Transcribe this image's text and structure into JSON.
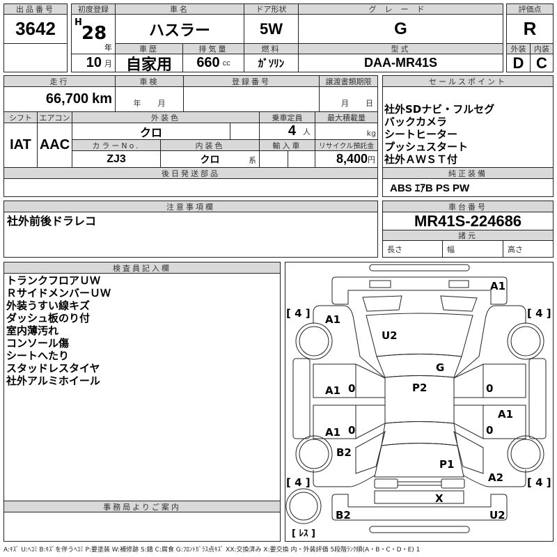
{
  "header": {
    "lot_no_label": "出品番号",
    "lot_no": "3642",
    "first_reg_label": "初度登録",
    "era": "H",
    "year": "28",
    "year_unit": "年",
    "month": "10",
    "month_unit": "月",
    "car_name_label": "車名",
    "car_name": "ハスラー",
    "door_label": "ドア形状",
    "door": "5W",
    "grade_label": "グレード",
    "grade": "G",
    "history_label": "車歴",
    "history": "自家用",
    "displacement_label": "排気量",
    "displacement": "660",
    "displacement_unit": "cc",
    "fuel_label": "燃料",
    "fuel": "ｶﾞｿﾘﾝ",
    "model_label": "型式",
    "model": "DAA-MR41S",
    "score_label": "評価点",
    "score": "R",
    "exterior_label": "外装",
    "exterior": "D",
    "interior_label": "内装",
    "interior": "C"
  },
  "details": {
    "mileage_label": "走行",
    "mileage": "66,700",
    "mileage_unit": "km",
    "inspection_label": "車検",
    "inspection_year_unit": "年",
    "inspection_month_unit": "月",
    "reg_no_label": "登録番号",
    "transfer_label": "譲渡書類期限",
    "transfer_month_unit": "月",
    "transfer_day_unit": "日",
    "shift_label": "シフト",
    "shift": "IAT",
    "ac_label": "エアコン",
    "ac": "AAC",
    "ext_color_label": "外装色",
    "ext_color": "クロ",
    "capacity_label": "乗車定員",
    "capacity": "4",
    "capacity_unit": "人",
    "max_load_label": "最大積載量",
    "max_load_unit": "kg",
    "color_no_label": "カラーNo.",
    "color_no": "ZJ3",
    "int_color_label": "内装色",
    "int_color": "クロ",
    "int_color_unit": "系",
    "import_label": "輸入車",
    "recycle_label": "リサイクル預託金",
    "recycle": "8,400",
    "recycle_unit": "円",
    "later_parts_label": "後日発送部品"
  },
  "sales": {
    "label": "セールスポイント",
    "items": [
      "社外SDナビ・フルセグ",
      "バックカメラ",
      "シートヒーター",
      "プッシュスタート",
      "社外ＡＷＳＴ付"
    ],
    "equip_label": "純正装備",
    "equip": "ABS ｴｱB PS PW"
  },
  "notes": {
    "label": "注意事項欄",
    "text": "社外前後ドラレコ"
  },
  "chassis": {
    "label": "車台番号",
    "value": "MR41S-224686",
    "spec_label": "諸元",
    "length_label": "長さ",
    "width_label": "幅",
    "height_label": "高さ"
  },
  "inspector": {
    "label": "検査員記入欄",
    "items": [
      "トランクフロアＵＷ",
      "ＲサイドメンバーＵＷ",
      "外装うすい線キズ",
      "ダッシュ板のり付",
      "室内薄汚れ",
      "コンソール傷",
      "シートへたり",
      "スタッドレスタイヤ",
      "社外アルミホイール"
    ],
    "office_label": "事務局よりご案内"
  },
  "diagram": {
    "marks": {
      "front_bumper": "A1",
      "left_front_fender": "A1",
      "hood": "U2",
      "windshield": "G",
      "roof": "P2",
      "left_front_door": "A1",
      "left_rear_door": "A1",
      "right_doors": "A1",
      "left_rear_quarter": "B2",
      "trunk": "P1",
      "right_rear_quarter": "A2",
      "rear_panel": "X",
      "rear_bumper_left": "B2",
      "rear_bumper_right": "U2",
      "door_zero": "0"
    },
    "tire_fl": "[ 4 ]",
    "tire_fr": "[ 4 ]",
    "tire_rl": "[ 4 ]",
    "tire_rr": "[ 4 ]",
    "spare": "[ ﾚｽ ]"
  },
  "legend": "A:ｷｽﾞ U:ﾍｺﾐ B:ｷｽﾞを伴うﾍｺﾐ P:要塗装 W:補修跡 S:錆 C:腐食 G:ﾌﾛﾝﾄｶﾞﾗｽ点ｷｽﾞ XX:交換済み X:要交換 内・外装評価 5段階ﾗﾝｸ順(A・B・C・D・E) 1"
}
